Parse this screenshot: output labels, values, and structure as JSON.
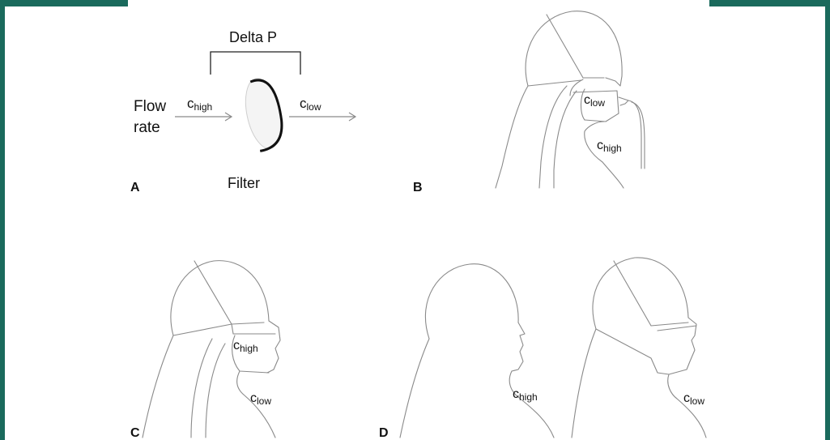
{
  "panel_a": {
    "delta_p": "Delta P",
    "flow_line1": "Flow",
    "flow_line2": "rate",
    "c_in": {
      "base": "c",
      "sub": "high"
    },
    "c_out": {
      "base": "c",
      "sub": "low"
    },
    "filter": "Filter",
    "panel_letter": "A"
  },
  "panel_b": {
    "c_inside": {
      "base": "c",
      "sub": "low"
    },
    "c_outside": {
      "base": "c",
      "sub": "high"
    },
    "panel_letter": "B"
  },
  "panel_c": {
    "c_inside": {
      "base": "c",
      "sub": "high"
    },
    "c_outside": {
      "base": "c",
      "sub": "low"
    },
    "panel_letter": "C"
  },
  "panel_d": {
    "c_left": {
      "base": "c",
      "sub": "high"
    },
    "c_right": {
      "base": "c",
      "sub": "low"
    },
    "panel_letter": "D"
  },
  "colors": {
    "frame": "#1a6a5c",
    "arrow": "#8a8a8a",
    "filter_edge": "#111111"
  }
}
